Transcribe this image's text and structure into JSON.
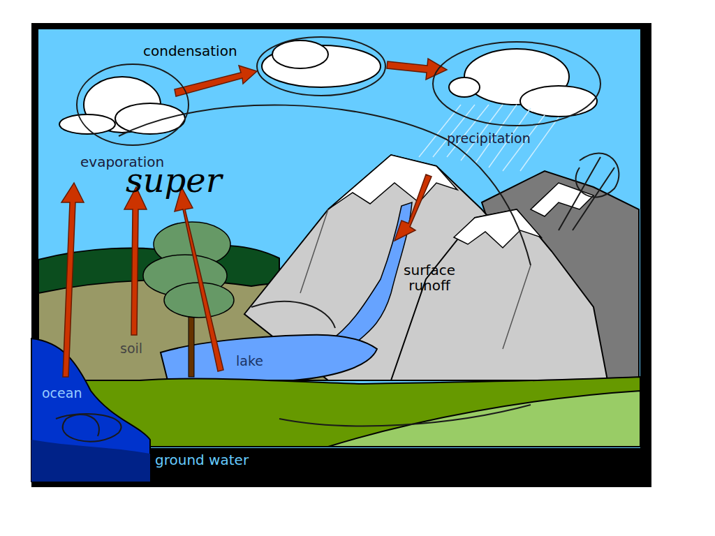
{
  "diagram": {
    "labels": [
      "condensation",
      "precipitation",
      "evaporation",
      "super",
      "surface runoff",
      "soil",
      "lake",
      "ocean",
      "ground water"
    ]
  }
}
